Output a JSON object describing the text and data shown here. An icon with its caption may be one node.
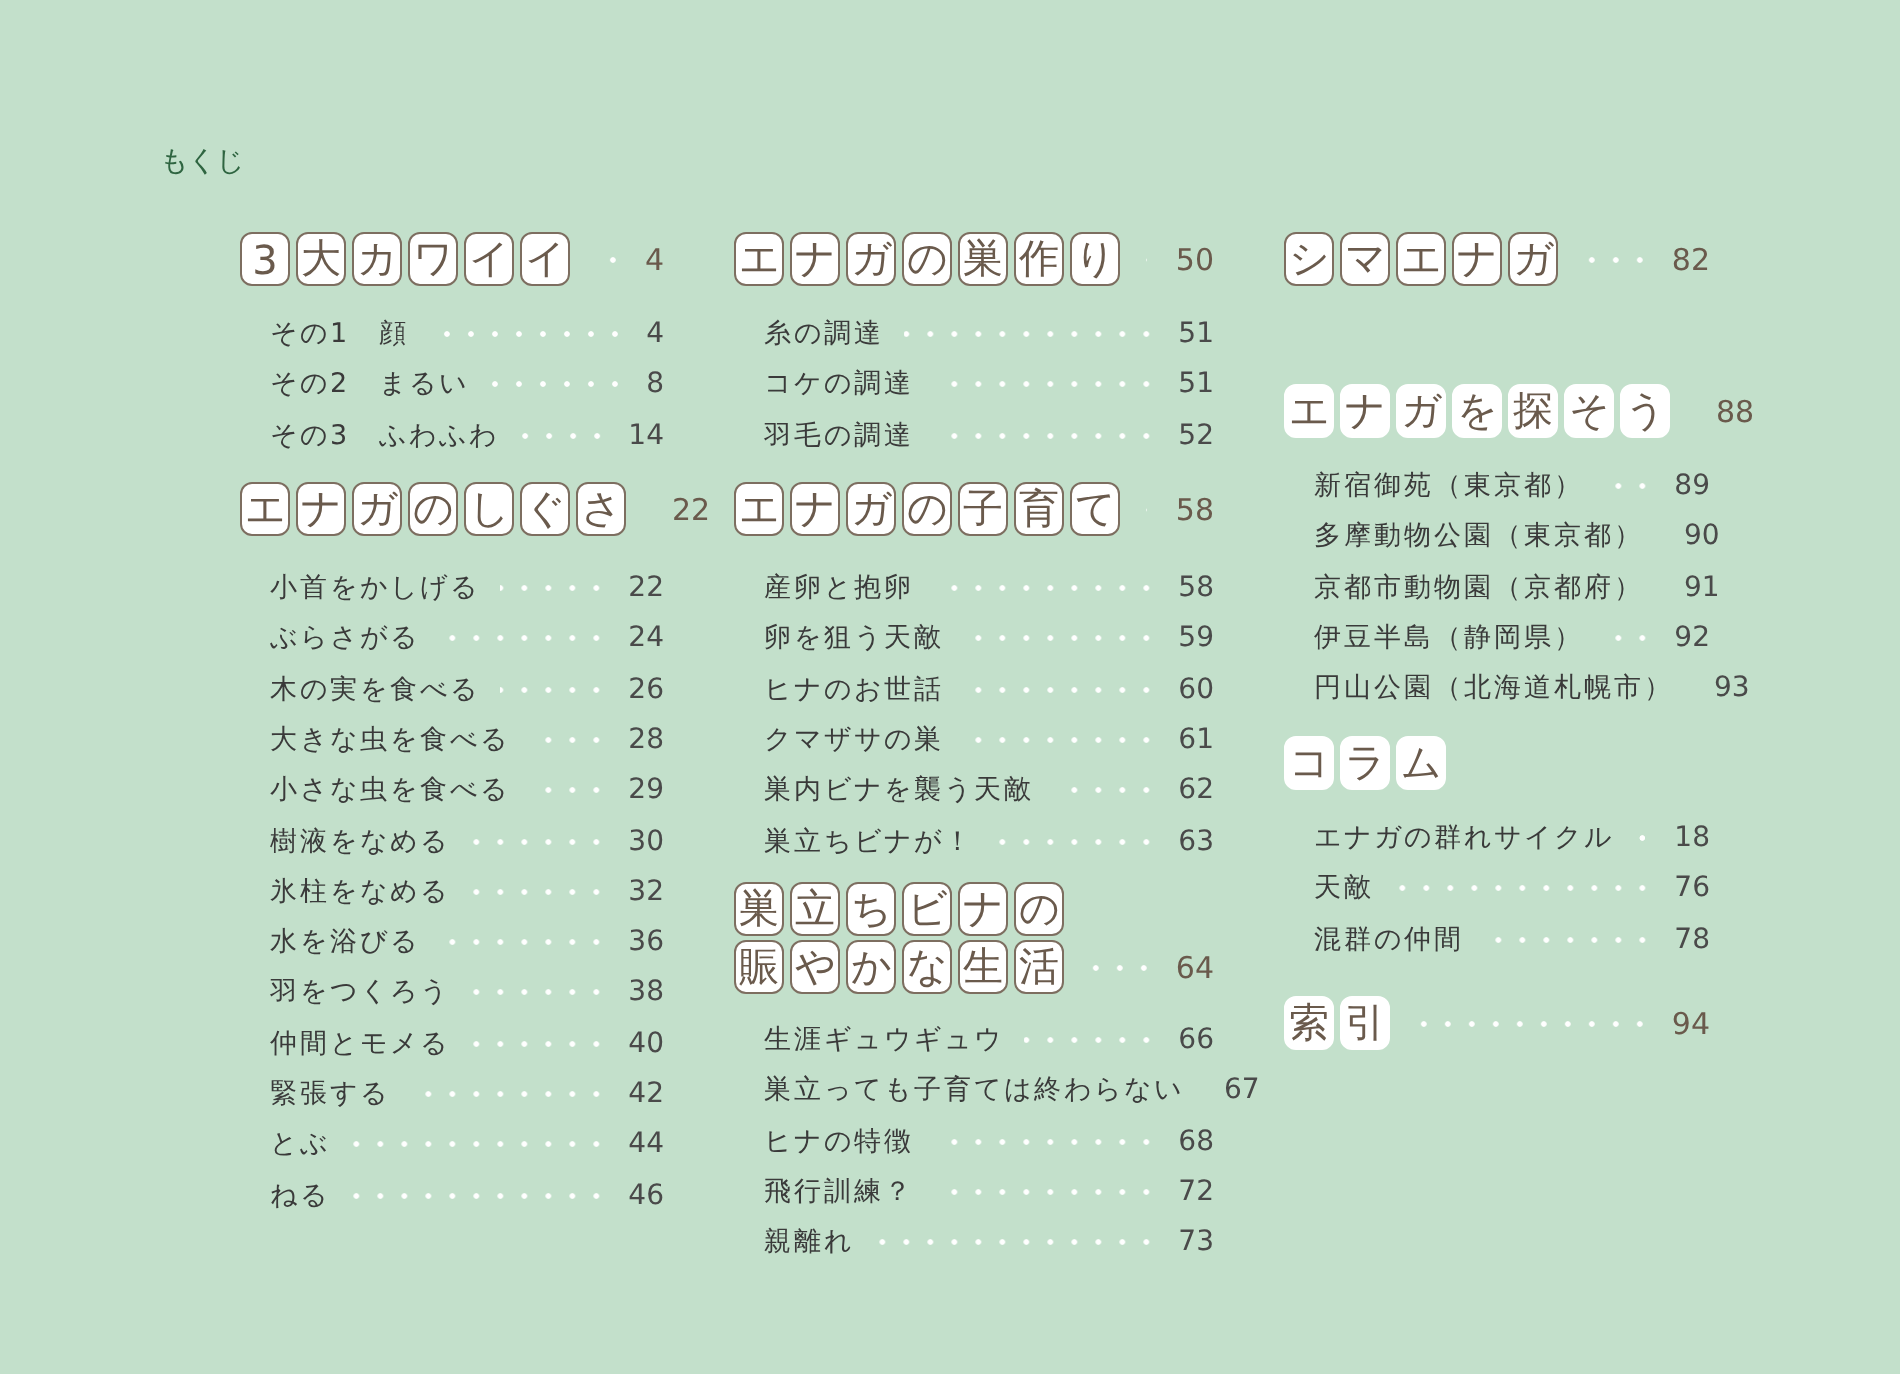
{
  "diagram": {
    "nodes": [
      {
        "text": [
          "3"
        ]
      },
      {
        "text": [
          "大"
        ]
      },
      {
        "text": [
          "カ"
        ]
      },
      {
        "text": [
          "ワ"
        ]
      },
      {
        "text": [
          "イ"
        ]
      },
      {
        "text": [
          "イ"
        ]
      },
      {
        "text": [
          "エ"
        ]
      },
      {
        "text": [
          "ナ"
        ]
      },
      {
        "text": [
          "ガ"
        ]
      },
      {
        "text": [
          "の"
        ]
      },
      {
        "text": [
          "し"
        ]
      },
      {
        "text": [
          "ぐ"
        ]
      },
      {
        "text": [
          "さ"
        ]
      },
      {
        "text": [
          "エ"
        ]
      },
      {
        "text": [
          "ナ"
        ]
      },
      {
        "text": [
          "ガ"
        ]
      },
      {
        "text": [
          "の"
        ]
      },
      {
        "text": [
          "巣"
        ]
      },
      {
        "text": [
          "作"
        ]
      },
      {
        "text": [
          "り"
        ]
      },
      {
        "text": [
          "エ"
        ]
      },
      {
        "text": [
          "ナ"
        ]
      },
      {
        "text": [
          "ガ"
        ]
      },
      {
        "text": [
          "の"
        ]
      },
      {
        "text": [
          "子"
        ]
      },
      {
        "text": [
          "育"
        ]
      },
      {
        "text": [
          "て"
        ]
      },
      {
        "text": [
          "巣"
        ]
      },
      {
        "text": [
          "立"
        ]
      },
      {
        "text": [
          "ち"
        ]
      },
      {
        "text": [
          "ビ"
        ]
      },
      {
        "text": [
          "ナ"
        ]
      },
      {
        "text": [
          "の"
        ]
      },
      {
        "text": [
          "賑"
        ]
      },
      {
        "text": [
          "や"
        ]
      },
      {
        "text": [
          "か"
        ]
      },
      {
        "text": [
          "な"
        ]
      },
      {
        "text": [
          "生"
        ]
      },
      {
        "text": [
          "活"
        ]
      },
      {
        "text": [
          "シ"
        ]
      },
      {
        "text": [
          "マ"
        ]
      },
      {
        "text": [
          "エ"
        ]
      },
      {
        "text": [
          "ナ"
        ]
      },
      {
        "text": [
          "ガ"
        ]
      },
      {
        "text": [
          "エ"
        ]
      },
      {
        "text": [
          "ナ"
        ]
      },
      {
        "text": [
          "ガ"
        ]
      },
      {
        "text": [
          "を"
        ]
      },
      {
        "text": [
          "探"
        ]
      },
      {
        "text": [
          "そ"
        ]
      },
      {
        "text": [
          "う"
        ]
      },
      {
        "text": [
          "コ"
        ]
      },
      {
        "text": [
          "ラ"
        ]
      },
      {
        "text": [
          "ム"
        ]
      },
      {
        "text": [
          "索"
        ]
      },
      {
        "text": [
          "引"
        ]
      }
    ],
    "labels": [
      "もくじ",
      "4",
      "その1　顔",
      "4",
      "その2　まるい",
      "8",
      "その3　ふわふわ",
      "14",
      "22",
      "小首をかしげる",
      "22",
      "ぶらさがる",
      "24",
      "木の実を食べる",
      "26",
      "大きな虫を食べる",
      "28",
      "小さな虫を食べる",
      "29",
      "樹液をなめる",
      "30",
      "氷柱をなめる",
      "32",
      "水を浴びる",
      "36",
      "羽をつくろう",
      "38",
      "仲間とモメる",
      "40",
      "緊張する",
      "42",
      "とぶ",
      "44",
      "ねる",
      "46",
      "50",
      "糸の調達",
      "51",
      "コケの調達",
      "51",
      "羽毛の調達",
      "52",
      "58",
      "産卵と抱卵",
      "58",
      "卵を狙う天敵",
      "59",
      "ヒナのお世話",
      "60",
      "クマザサの巣",
      "61",
      "巣内ビナを襲う天敵",
      "62",
      "巣立ちビナが！",
      "63",
      "64",
      "生涯ギュウギュウ",
      "66",
      "巣立っても子育ては終わらない",
      "67",
      "ヒナの特徴",
      "68",
      "飛行訓練？",
      "72",
      "親離れ",
      "73",
      "82",
      "88",
      "新宿御苑（東京都）",
      "89",
      "多摩動物公園（東京都）",
      "90",
      "京都市動物園（京都府）",
      "91",
      "伊豆半島（静岡県）",
      "92",
      "円山公園（北海道札幌市）",
      "93",
      "エナガの群れサイクル",
      "18",
      "天敵",
      "76",
      "混群の仲間",
      "78",
      "94"
    ]
  }
}
